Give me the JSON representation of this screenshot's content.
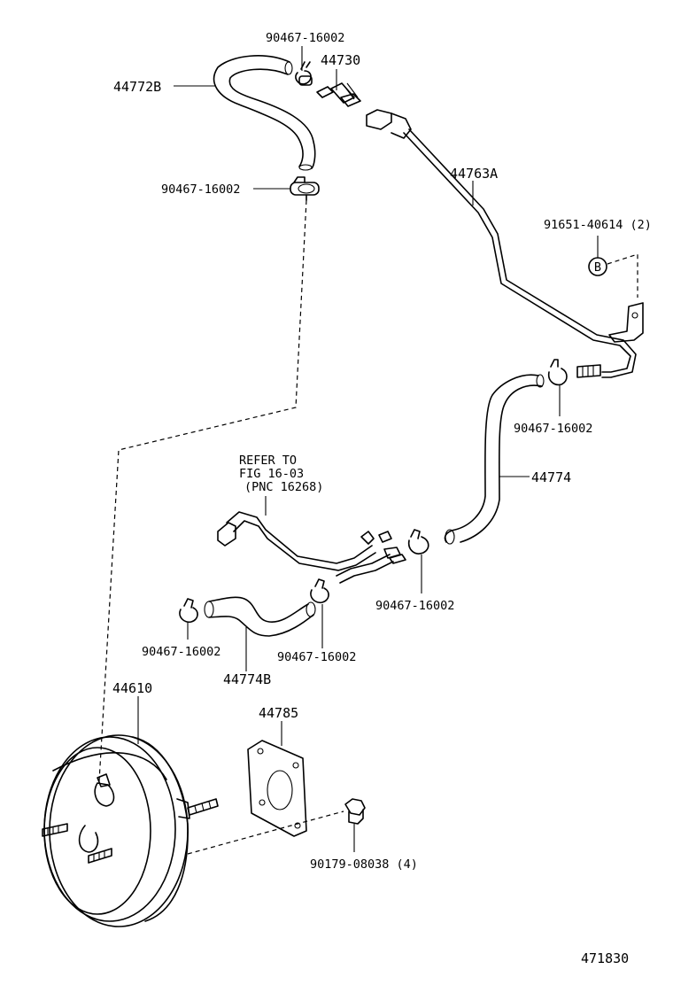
{
  "labels": {
    "clip_top": "90467-16002",
    "part_44730": "44730",
    "hose_44772b": "44772B",
    "clip_left": "90467-16002",
    "tube_44763a": "44763A",
    "bolt_91651": "91651-40614 (2)",
    "ref_b": "B",
    "clip_right": "90467-16002",
    "refer_line1": "REFER TO",
    "refer_line2": "FIG 16-03",
    "refer_line3": "(PNC 16268)",
    "hose_44774": "44774",
    "clip_mid": "90467-16002",
    "clip_lower_left": "90467-16002",
    "clip_lower_mid": "90467-16002",
    "hose_44774b": "44774B",
    "booster_44610": "44610",
    "gasket_44785": "44785",
    "nut_90179": "90179-08038 (4)",
    "diagram_number": "471830"
  }
}
